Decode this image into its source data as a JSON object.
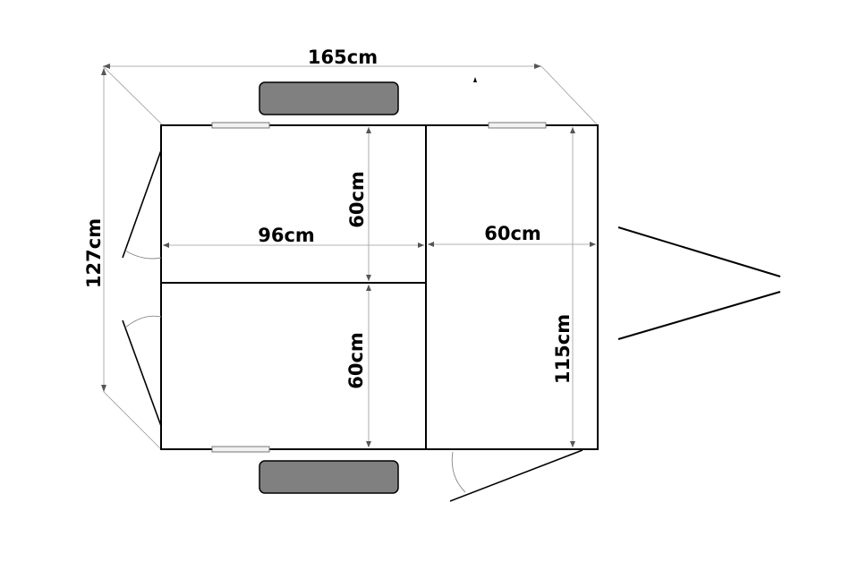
{
  "dimensions": {
    "total_length": "165cm",
    "total_width": "127cm",
    "left_compartment_length": "96cm",
    "top_compartment_width": "60cm",
    "bottom_compartment_width": "60cm",
    "right_compartment_length": "60cm",
    "right_compartment_width": "115cm"
  }
}
